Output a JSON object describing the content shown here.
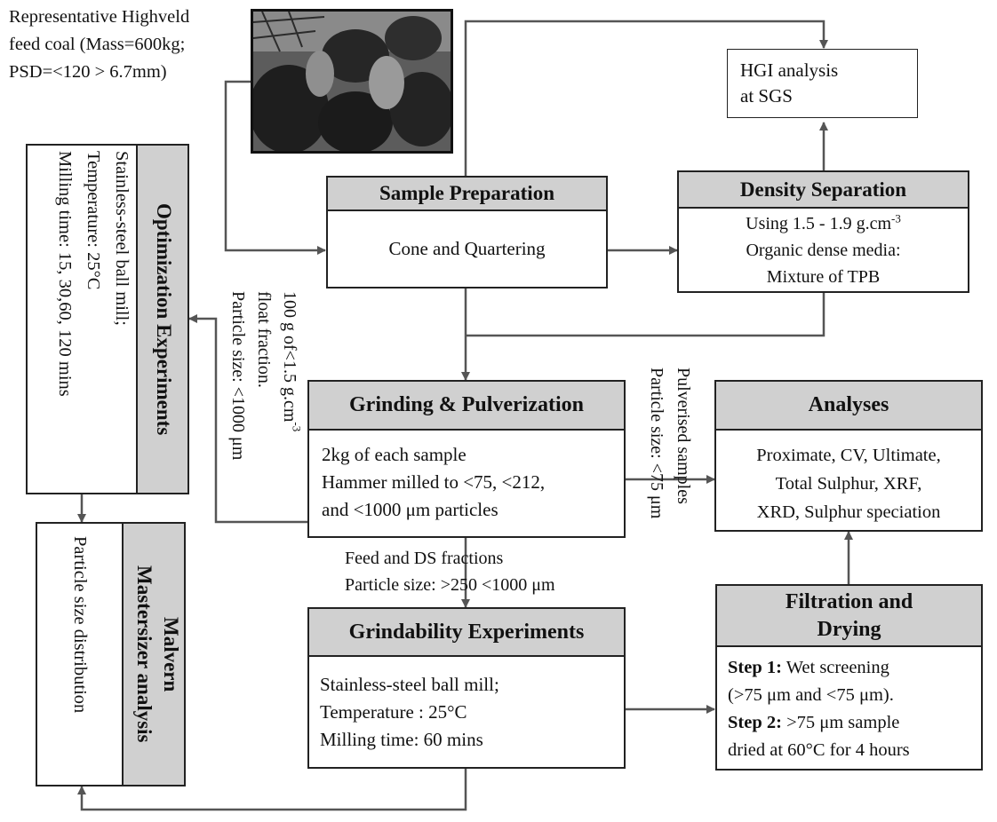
{
  "feed": {
    "lines": [
      "Representative Highveld",
      "feed coal (Mass=600kg;",
      "PSD=<120 > 6.7mm)"
    ]
  },
  "hgi": {
    "lines": [
      "HGI analysis",
      "at SGS"
    ]
  },
  "sample_prep": {
    "title": "Sample Preparation",
    "body": "Cone and Quartering"
  },
  "density": {
    "title": "Density Separation",
    "line1": "Using 1.5 - 1.9 g.cm",
    "line1_sup": "-3",
    "line2": "Organic dense media:",
    "line3": "Mixture of TPB"
  },
  "optimization": {
    "title": "Optimization Experiments",
    "lines": [
      "Stainless-steel ball mill;",
      "Temperature: 25°C",
      "Milling time: 15, 30,60, 120 mins"
    ]
  },
  "float_label": {
    "line1": "100 g of<1.5 g.cm",
    "line1_sup": "-3",
    "line2": "float fraction.",
    "line3": "Particle size: <1000 μm"
  },
  "grinding": {
    "title": "Grinding & Pulverization",
    "lines": [
      "2kg of each sample",
      "Hammer milled to <75, <212,",
      "and <1000 μm particles"
    ]
  },
  "pulverised_label": {
    "lines": [
      "Pulverised samples",
      "Particle size: <75 μm"
    ]
  },
  "analyses": {
    "title": "Analyses",
    "lines": [
      "Proximate, CV, Ultimate,",
      "Total Sulphur, XRF,",
      "XRD, Sulphur speciation"
    ]
  },
  "malvern": {
    "title_lines": [
      "Malvern",
      "Mastersizer analysis"
    ],
    "body": "Particle size distribution"
  },
  "feed_ds_label": {
    "lines": [
      "Feed and DS fractions",
      "Particle size: >250 <1000 μm"
    ]
  },
  "grindability": {
    "title": "Grindability Experiments",
    "lines": [
      "Stainless-steel ball mill;",
      "Temperature : 25°C",
      "Milling time: 60 mins"
    ]
  },
  "filtration": {
    "title_lines": [
      "Filtration and",
      "Drying"
    ],
    "step1_label": "Step 1:",
    "step1_text": " Wet screening",
    "step1_cont": "(>75 μm and <75 μm).",
    "step2_label": "Step 2:",
    "step2_text": " >75 μm sample",
    "step2_cont": "dried at 60°C for 4 hours"
  },
  "colors": {
    "header_fill": "#d0d0d0",
    "line": "#555555",
    "border": "#222222"
  }
}
